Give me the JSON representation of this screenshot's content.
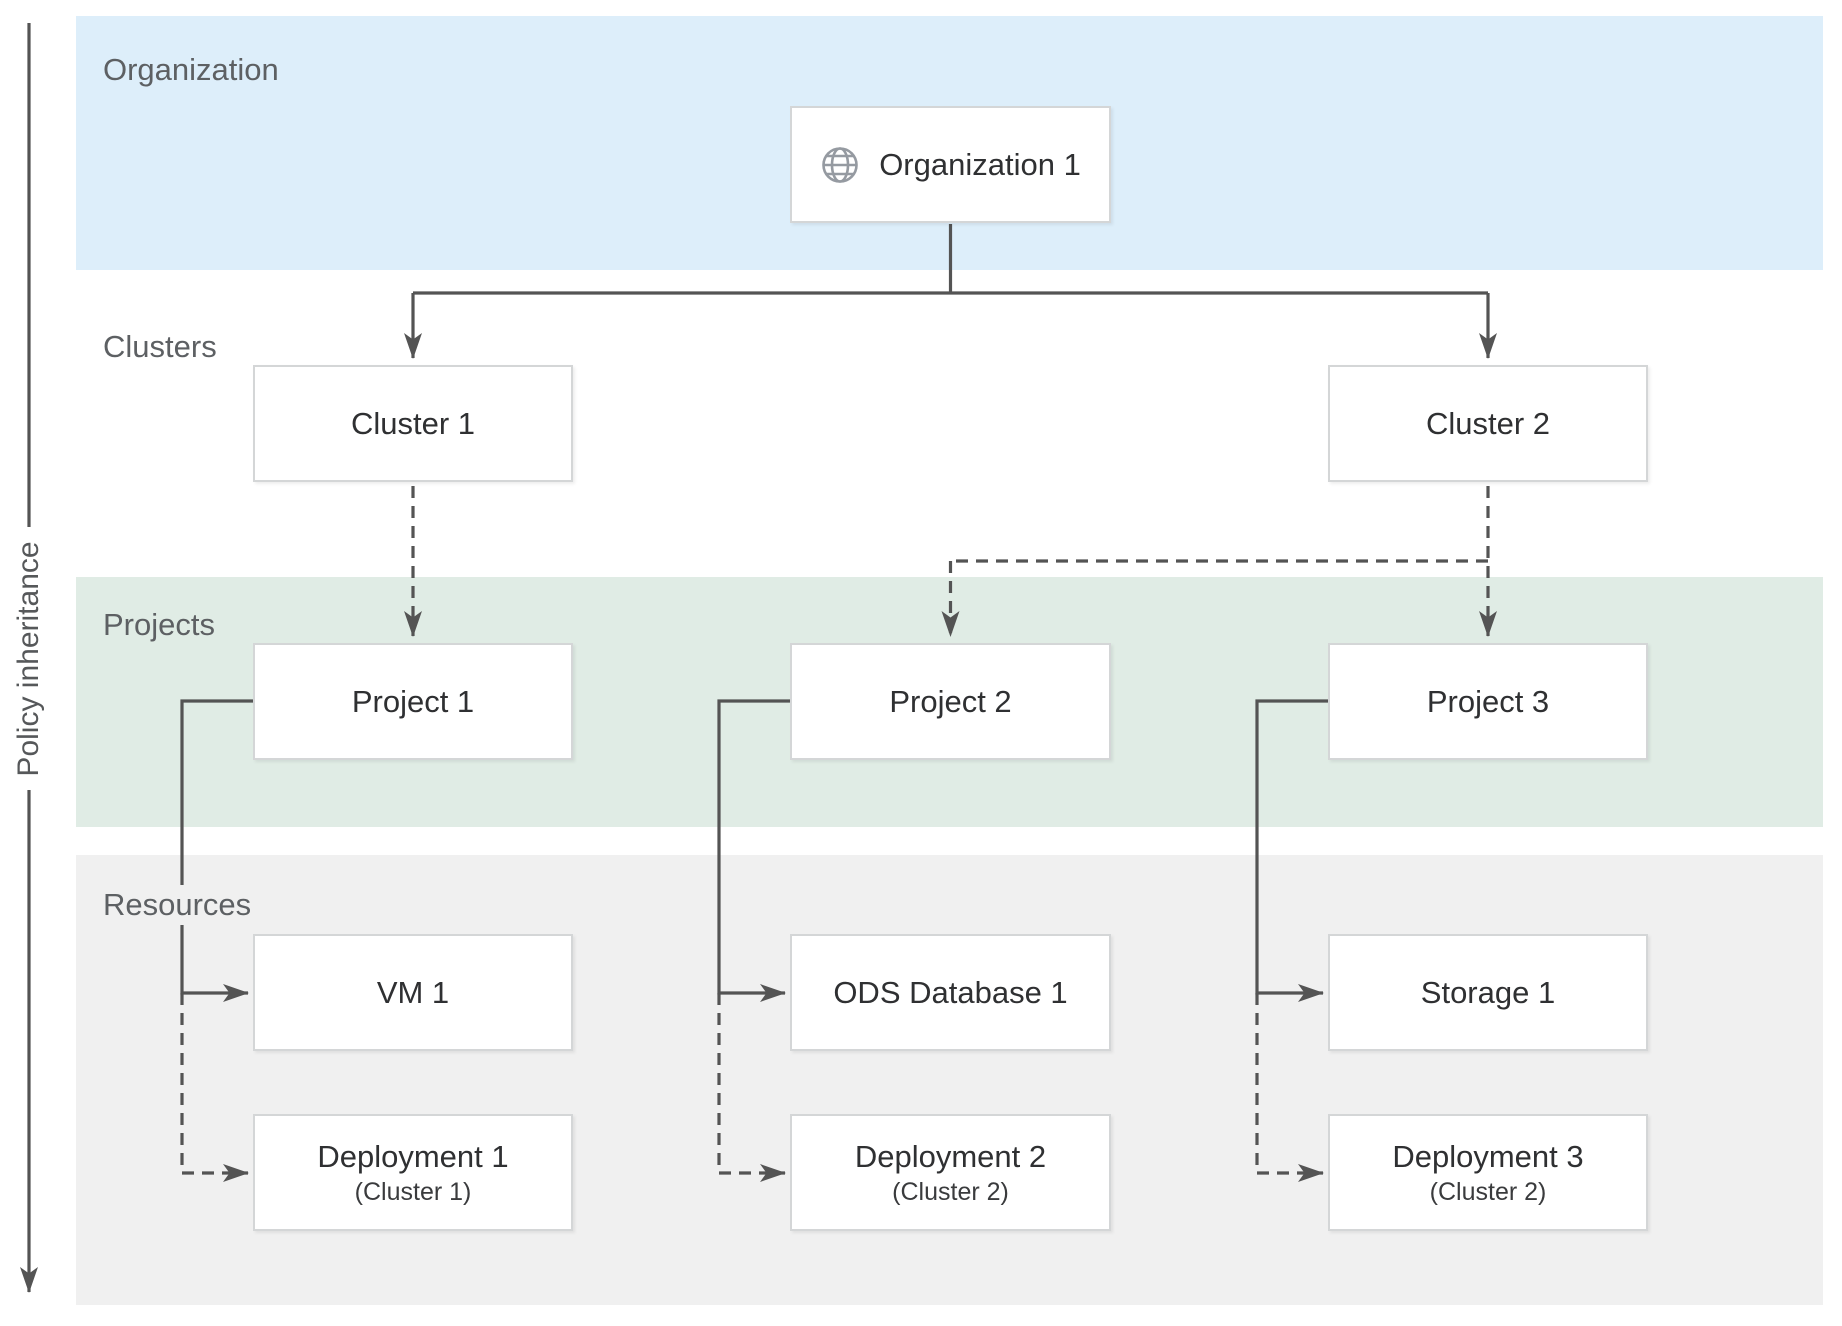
{
  "policy_axis": {
    "label": "Policy inheritance",
    "direction": "top-to-bottom"
  },
  "bands": {
    "organization": {
      "label": "Organization",
      "color": "#ddeefa"
    },
    "clusters": {
      "label": "Clusters",
      "color": "#ffffff"
    },
    "projects": {
      "label": "Projects",
      "color": "#e0ece5"
    },
    "resources": {
      "label": "Resources",
      "color": "#f0f0f0"
    }
  },
  "nodes": {
    "organization1": {
      "label": "Organization 1",
      "icon": "globe-icon"
    },
    "cluster1": {
      "label": "Cluster 1"
    },
    "cluster2": {
      "label": "Cluster 2"
    },
    "project1": {
      "label": "Project 1"
    },
    "project2": {
      "label": "Project 2"
    },
    "project3": {
      "label": "Project 3"
    },
    "vm1": {
      "label": "VM 1"
    },
    "odsdatabase1": {
      "label": "ODS Database 1"
    },
    "storage1": {
      "label": "Storage 1"
    },
    "deployment1": {
      "label": "Deployment 1",
      "sublabel": "(Cluster 1)"
    },
    "deployment2": {
      "label": "Deployment 2",
      "sublabel": "(Cluster 2)"
    },
    "deployment3": {
      "label": "Deployment 3",
      "sublabel": "(Cluster 2)"
    }
  },
  "edges": [
    {
      "from": "Organization 1",
      "to": "Cluster 1",
      "style": "solid"
    },
    {
      "from": "Organization 1",
      "to": "Cluster 2",
      "style": "solid"
    },
    {
      "from": "Cluster 1",
      "to": "Project 1",
      "style": "dashed"
    },
    {
      "from": "Cluster 2",
      "to": "Project 2",
      "style": "dashed"
    },
    {
      "from": "Cluster 2",
      "to": "Project 3",
      "style": "dashed"
    },
    {
      "from": "Project 1",
      "to": "VM 1",
      "style": "solid"
    },
    {
      "from": "Project 1",
      "to": "Deployment 1",
      "style": "dashed"
    },
    {
      "from": "Project 2",
      "to": "ODS Database 1",
      "style": "solid"
    },
    {
      "from": "Project 2",
      "to": "Deployment 2",
      "style": "dashed"
    },
    {
      "from": "Project 3",
      "to": "Storage 1",
      "style": "solid"
    },
    {
      "from": "Project 3",
      "to": "Deployment 3",
      "style": "dashed"
    }
  ],
  "colors": {
    "connector": "#545454",
    "node_border": "#d4d6d7",
    "node_fill": "#ffffff",
    "node_text": "#2f3032",
    "band_label_text": "#5d6063",
    "globe_icon": "#959aa1"
  }
}
